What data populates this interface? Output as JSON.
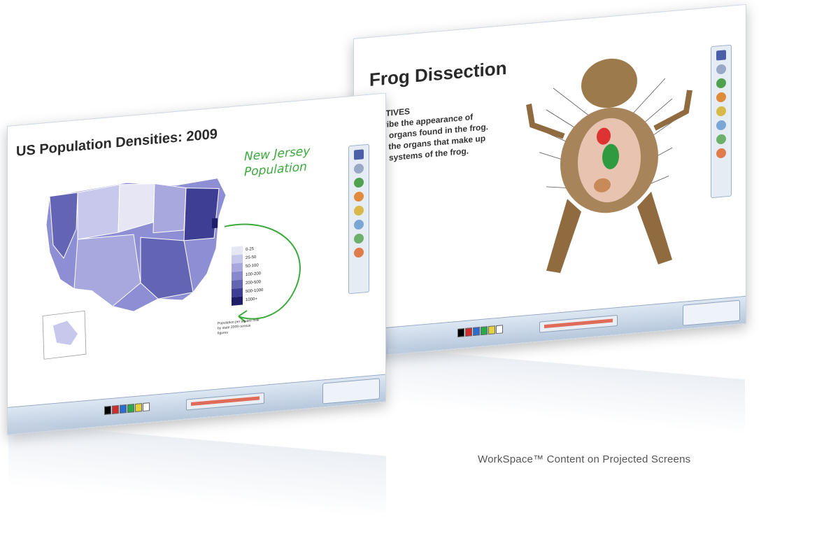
{
  "front_screen": {
    "title": "US Population Densities: 2009",
    "annotation_lines": [
      "New Jersey",
      "Population"
    ],
    "legend": [
      {
        "label": "0-25",
        "color": "#e6e6f5"
      },
      {
        "label": "25-50",
        "color": "#c8c8ec"
      },
      {
        "label": "50-100",
        "color": "#a8a8de"
      },
      {
        "label": "100-200",
        "color": "#8888cc"
      },
      {
        "label": "200-500",
        "color": "#6464b4"
      },
      {
        "label": "500-1000",
        "color": "#3e3e94"
      },
      {
        "label": "1000+",
        "color": "#1d1d6a"
      }
    ],
    "legend_caption": "Population per square mile by state 2009 census figures"
  },
  "back_screen": {
    "title": "Frog Dissection",
    "objectives": [
      "JECTIVES",
      "escribe the appearance of",
      "ious organs found in the frog.",
      "ame the organs that make up",
      "ious systems of the frog."
    ]
  },
  "palette_colors": [
    "#000000",
    "#d22b2b",
    "#2a6dd2",
    "#2aa84a",
    "#e8d23c",
    "#ffffff"
  ],
  "caption": "WorkSpace™ Content on Projected Screens"
}
